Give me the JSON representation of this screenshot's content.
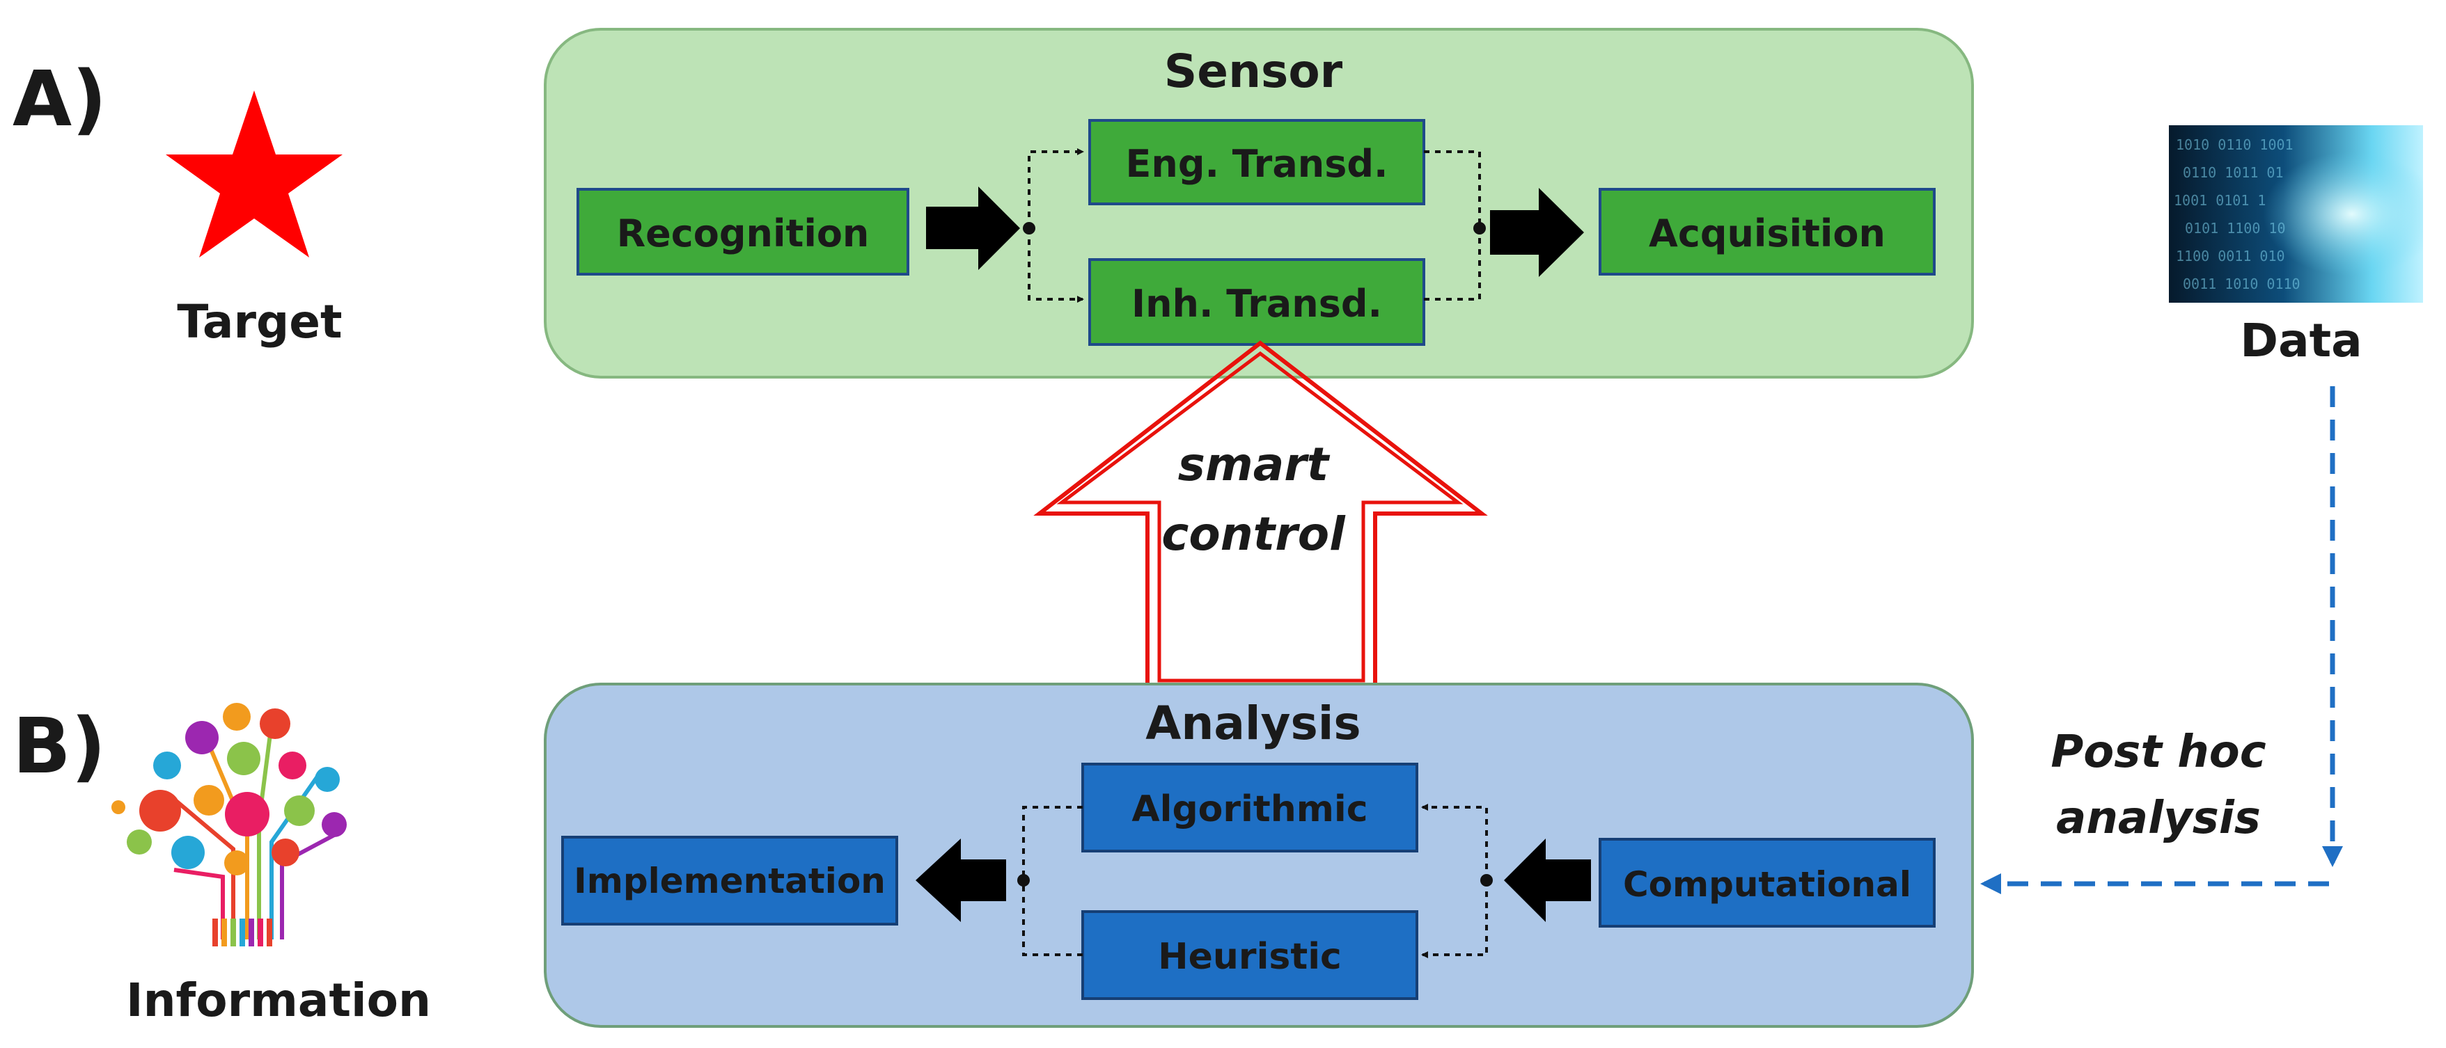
{
  "panels": {
    "a_label": "A)",
    "b_label": "B)"
  },
  "icons": {
    "target": {
      "icon": "red-star-icon",
      "label": "Target",
      "color": "#ff0000"
    },
    "data": {
      "icon": "binary-data-image-icon",
      "label": "Data"
    },
    "information": {
      "icon": "information-tree-icon",
      "label": "Information"
    }
  },
  "sensor": {
    "title": "Sensor",
    "fill": "#bde3b6",
    "box_color": "#3faa3a",
    "recognition": "Recognition",
    "eng_transd": "Eng. Transd.",
    "inh_transd": "Inh. Transd.",
    "acquisition": "Acquisition"
  },
  "analysis": {
    "title": "Analysis",
    "fill": "#aec8e8",
    "box_color": "#1e6fc4",
    "implementation": "Implementation",
    "algorithmic": "Algorithmic",
    "heuristic": "Heuristic",
    "computational": "Computational"
  },
  "smart_control": {
    "line1": "smart",
    "line2": "control",
    "color": "#e8120c"
  },
  "post_hoc": {
    "line1": "Post hoc",
    "line2": "analysis",
    "color": "#1f6fc4"
  }
}
